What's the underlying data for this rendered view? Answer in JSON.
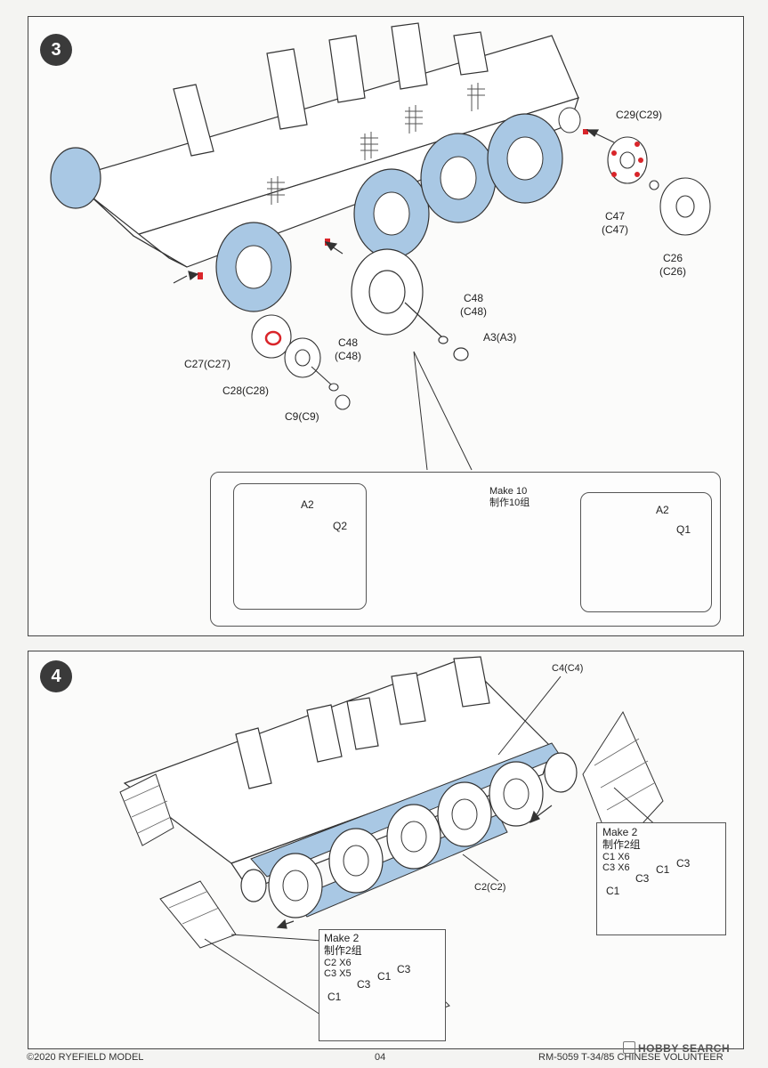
{
  "step3": {
    "number": "3",
    "labels": {
      "c29": "C29(C29)",
      "c47a": "C47",
      "c47b": "(C47)",
      "c26a": "C26",
      "c26b": "(C26)",
      "c48r_a": "C48",
      "c48r_b": "(C48)",
      "a3": "A3(A3)",
      "c48l_a": "C48",
      "c48l_b": "(C48)",
      "c27": "C27(C27)",
      "c28": "C28(C28)",
      "c9": "C9(C9)"
    },
    "inset": {
      "make": "Make 10",
      "make_cn": "制作10组",
      "left_a2": "A2",
      "left_q2": "Q2",
      "right_a2": "A2",
      "right_q1": "Q1"
    }
  },
  "step4": {
    "number": "4",
    "labels": {
      "c4": "C4(C4)",
      "c2": "C2(C2)"
    },
    "right_box": {
      "make": "Make 2",
      "make_cn": "制作2组",
      "line1": "C1 X6",
      "line2": "C3 X6",
      "c1a": "C1",
      "c3a": "C3",
      "c1b": "C1",
      "c3b": "C3"
    },
    "left_box": {
      "make": "Make 2",
      "make_cn": "制作2组",
      "line1": "C2 X6",
      "line2": "C3 X5",
      "c1a": "C1",
      "c3a": "C3",
      "c1b": "C1",
      "c3b": "C3"
    }
  },
  "footer": {
    "copyright": "©2020 RYEFIELD MODEL",
    "page": "04",
    "product": "RM-5059 T-34/85 CHINESE VOLUNTEER",
    "watermark": "HOBBY SEARCH"
  },
  "colors": {
    "highlight_blue": "#a9c8e4",
    "part_red": "#d9252a",
    "line": "#333333"
  }
}
